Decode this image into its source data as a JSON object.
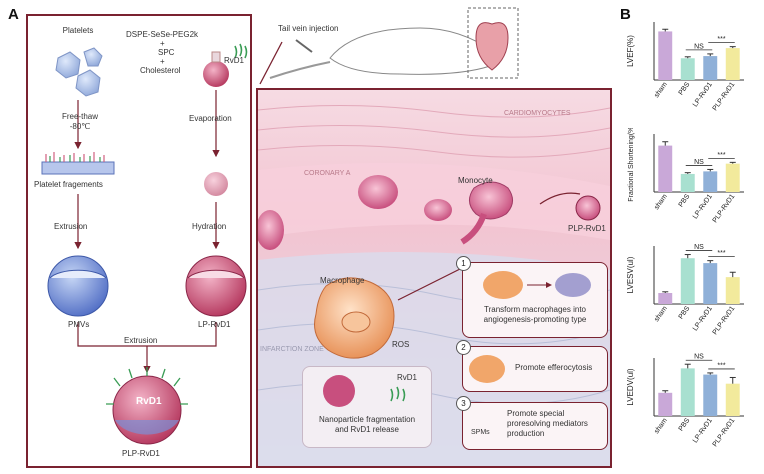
{
  "panel_a_letter": "A",
  "panel_b_letter": "B",
  "left": {
    "platelets": "Platelets",
    "reagents": [
      "DSPE-SeSe-PEG2k",
      "+",
      "SPC",
      "+",
      "Cholesterol"
    ],
    "rvd1": "RvD1",
    "freeze_thaw": [
      "Free-thaw",
      "-80℃"
    ],
    "evaporation": "Evaporation",
    "platelet_fragments": "Platelet fragements",
    "extrusion_1": "Extrusion",
    "hydration": "Hydration",
    "pmvs": "PMVs",
    "lp_rvd1": "LP-RvD1",
    "extrusion_2": "Extrusion",
    "particle_label": "RvD1",
    "plp_rvd1": "PLP-RvD1"
  },
  "scene": {
    "tail_vein": "Tail vein injection",
    "cardiomyocytes": "CARDIOMYOCYTES",
    "coronary": "CORONARY A",
    "monocyte": "Monocyte",
    "plp_rvd1": "PLP-RvD1",
    "macrophage": "Macrophage",
    "infarction": "INFARCTION ZONE",
    "ros": "ROS",
    "release_rvd1": "RvD1",
    "release_text": [
      "Nanoparticle fragmentation",
      "and RvD1 release"
    ],
    "box1_num": "1",
    "box1_text": [
      "Transform macrophages into",
      "angiogenesis-promoting type"
    ],
    "box2_num": "2",
    "box2_text": "Promote efferocytosis",
    "box3_num": "3",
    "box3_spms": "SPMs",
    "box3_text": [
      "Promote special",
      "proresolving mediators",
      "production"
    ]
  },
  "colors": {
    "frame": "#7a2230",
    "sham": "#c9a8d8",
    "pbs": "#a8e0d0",
    "lp": "#8fb0d8",
    "plp": "#f2ea9c"
  },
  "chart_data": [
    {
      "type": "bar",
      "ylabel": "LVEF(%)",
      "categories": [
        "sham",
        "PBS",
        "LP-RvD1",
        "PLP-RvD1"
      ],
      "values": [
        67,
        30,
        33,
        44
      ],
      "errors": [
        3,
        2,
        3,
        2
      ],
      "ylim": [
        0,
        80
      ],
      "annotations": [
        {
          "from": 1,
          "to": 2,
          "text": "NS"
        },
        {
          "from": 2,
          "to": 3,
          "text": "***"
        }
      ]
    },
    {
      "type": "bar",
      "ylabel": "Fractional Shortening(%)",
      "categories": [
        "sham",
        "PBS",
        "LP-RvD1",
        "PLP-RvD1"
      ],
      "values": [
        36,
        14,
        16,
        22
      ],
      "errors": [
        3,
        1,
        1.5,
        1
      ],
      "ylim": [
        0,
        45
      ],
      "annotations": [
        {
          "from": 1,
          "to": 2,
          "text": "NS"
        },
        {
          "from": 2,
          "to": 3,
          "text": "***"
        }
      ]
    },
    {
      "type": "bar",
      "ylabel": "LVESV(ul)",
      "categories": [
        "sham",
        "PBS",
        "LP-RvD1",
        "PLP-RvD1"
      ],
      "values": [
        18,
        75,
        67,
        44
      ],
      "errors": [
        2,
        6,
        4,
        8
      ],
      "ylim": [
        0,
        95
      ],
      "annotations": [
        {
          "from": 1,
          "to": 2,
          "text": "NS"
        },
        {
          "from": 2,
          "to": 3,
          "text": "***"
        }
      ]
    },
    {
      "type": "bar",
      "ylabel": "LVEDV(ul)",
      "categories": [
        "sham",
        "PBS",
        "LP-RvD1",
        "PLP-RvD1"
      ],
      "values": [
        56,
        115,
        100,
        78
      ],
      "errors": [
        5,
        10,
        4,
        15
      ],
      "ylim": [
        0,
        140
      ],
      "annotations": [
        {
          "from": 1,
          "to": 2,
          "text": "NS"
        },
        {
          "from": 2,
          "to": 3,
          "text": "***"
        }
      ]
    }
  ]
}
